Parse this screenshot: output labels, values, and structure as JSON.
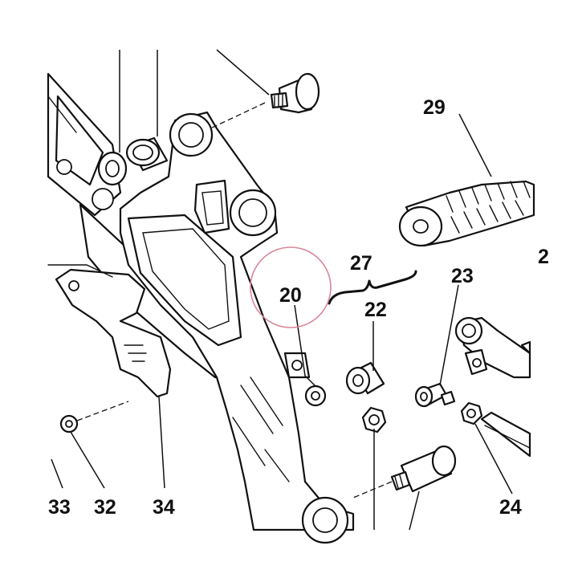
{
  "diagram": {
    "labels": {
      "p20": "20",
      "p22": "22",
      "p23": "23",
      "p24": "24",
      "p27": "27",
      "p29": "29",
      "p32": "32",
      "p33": "33",
      "p34": "34",
      "p_cut": "2"
    },
    "highlight_color": "#d8889a",
    "line_color": "#111111"
  }
}
